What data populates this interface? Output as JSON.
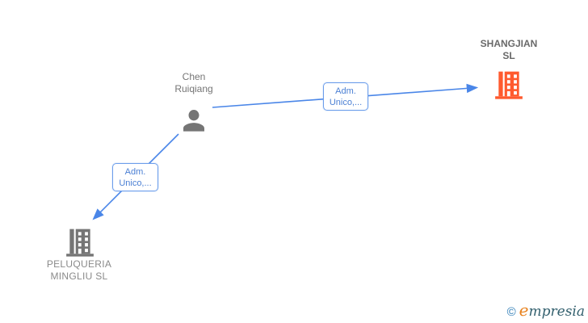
{
  "diagram": {
    "nodes": {
      "person": {
        "name": "Chen\nRuiqiang",
        "type": "person"
      },
      "company_main": {
        "name": "SHANGJIAN\nSL",
        "type": "company",
        "highlighted": true
      },
      "company_related": {
        "name": "PELUQUERIA\nMINGLIU  SL",
        "type": "company",
        "highlighted": false
      }
    },
    "edges": {
      "to_company_main": {
        "label": "Adm.\nUnico,...",
        "from": "person",
        "to": "company_main"
      },
      "to_company_related": {
        "label": "Adm.\nUnico,...",
        "from": "person",
        "to": "company_related"
      }
    },
    "colors": {
      "edge_line": "#4a86e8",
      "edge_label_text": "#4a7fd4",
      "edge_label_border": "#6d9eeb",
      "person_icon": "#757575",
      "company_main_icon": "#ff5a2e",
      "company_related_icon": "#757575",
      "person_label": "#757575",
      "company_main_label": "#696969",
      "company_related_label": "#8a8a8a"
    }
  },
  "watermark": {
    "copyright_symbol": "©",
    "brand_initial": "e",
    "brand_rest": "mpresia"
  }
}
